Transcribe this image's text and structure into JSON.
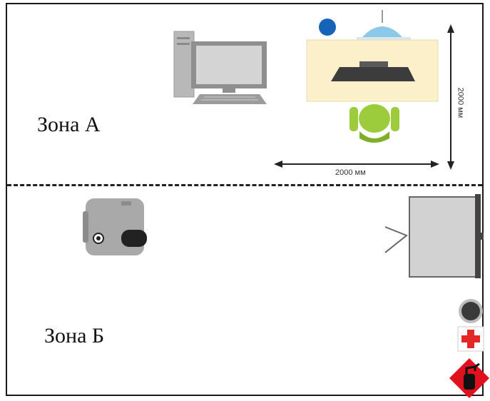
{
  "zones": {
    "a_label": "Зона А",
    "b_label": "Зона Б"
  },
  "dimensions": {
    "horizontal": "2000 мм",
    "vertical": "2000 мм"
  },
  "icons": [
    "computer-icon",
    "blue-dot-icon",
    "ceiling-lamp-icon",
    "desk-with-keyboard-icon",
    "office-chair-icon",
    "projector-icon",
    "projection-screen-icon",
    "fire-alarm-button-icon",
    "first-aid-icon",
    "fire-extinguisher-sign-icon"
  ],
  "colors": {
    "desk": "#fbf0c9",
    "chair": "#9ccc3c",
    "blue_dot": "#1664b8",
    "lamp": "#8cc8e8",
    "first_aid_cross": "#e32626",
    "extinguisher_sign": "#e0111e",
    "divider": "#222222"
  }
}
